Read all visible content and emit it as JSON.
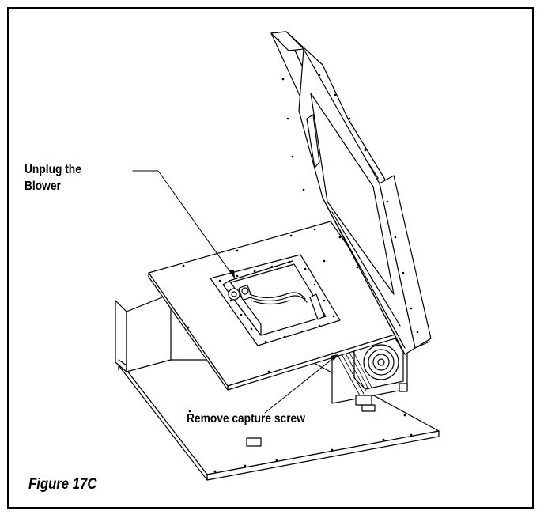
{
  "callouts": {
    "blower": {
      "line1": "Unplug the",
      "line2": "Blower"
    },
    "screw": {
      "text": "Remove capture screw"
    }
  },
  "figure": {
    "caption": "Figure 17C"
  }
}
